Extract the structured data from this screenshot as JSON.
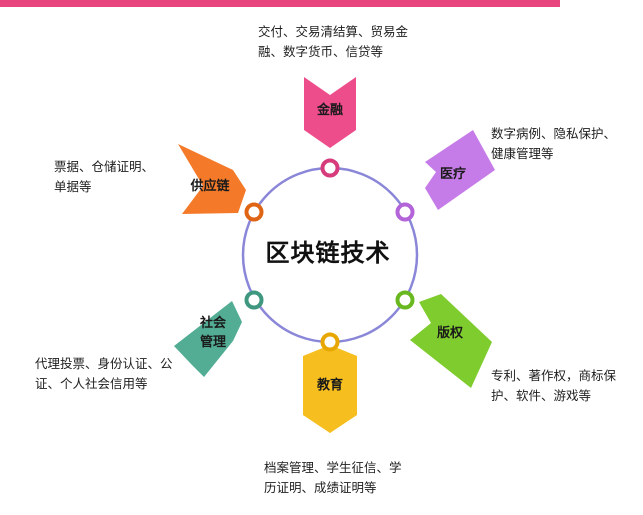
{
  "center": {
    "label": "区块链技术"
  },
  "colors": {
    "circle": "#8a86d8",
    "top_strip": "#e8457f"
  },
  "sectors": [
    {
      "id": "finance",
      "label": "金融",
      "desc": "交付、交易清结算、贸易金融、数字货币、信贷等",
      "color": "#ee4d8c",
      "ring": "#d63c7c"
    },
    {
      "id": "medical",
      "label": "医疗",
      "desc": "数字病例、隐私保护、健康管理等",
      "color": "#c67ce8",
      "ring": "#b264d8"
    },
    {
      "id": "copyright",
      "label": "版权",
      "desc": "专利、著作权，商标保护、软件、游戏等",
      "color": "#7fcc2e",
      "ring": "#69b81f"
    },
    {
      "id": "education",
      "label": "教育",
      "desc": "档案管理、学生征信、学历证明、成绩证明等",
      "color": "#f6be1e",
      "ring": "#e7a700"
    },
    {
      "id": "social",
      "label": "社会管理",
      "label_lines": [
        "社会",
        "管理"
      ],
      "desc": "代理投票、身份认证、公证、个人社会信用等",
      "color": "#52ad94",
      "ring": "#3f9780"
    },
    {
      "id": "supply",
      "label": "供应链",
      "desc": "票据、仓储证明、单据等",
      "color": "#f47a2a",
      "ring": "#df6414"
    }
  ]
}
